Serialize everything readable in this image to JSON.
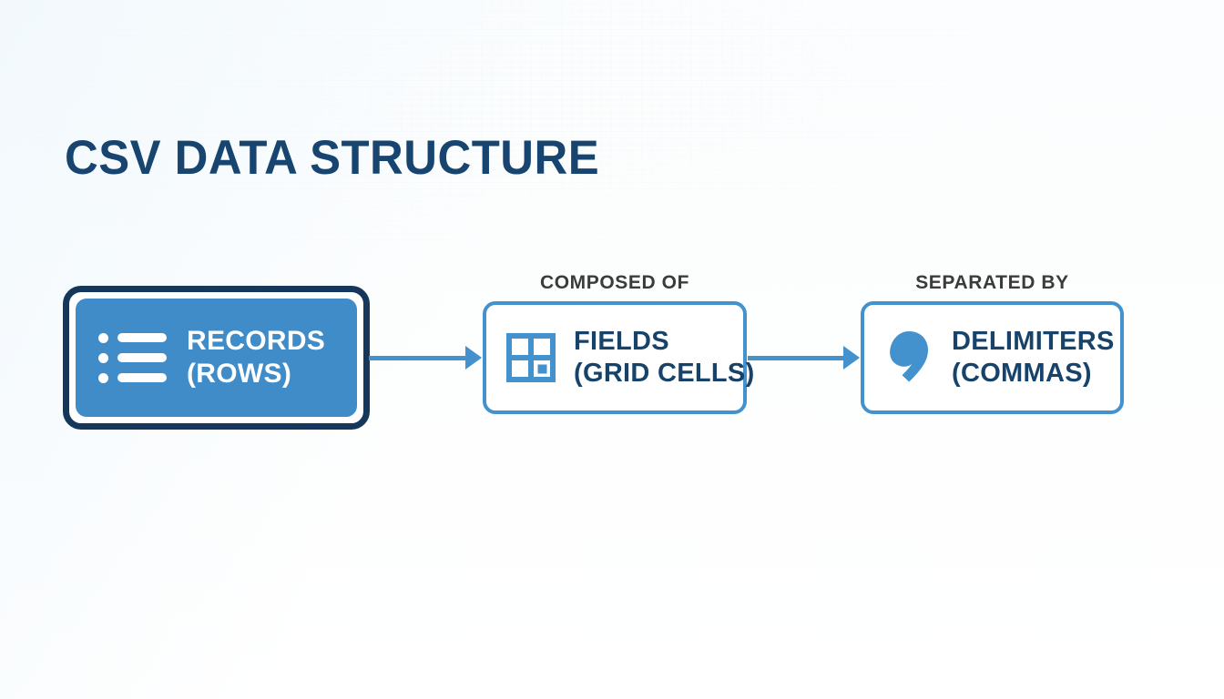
{
  "page": {
    "title": "CSV DATA STRUCTURE",
    "background_color": "#fdfefe"
  },
  "colors": {
    "navy": "#14375b",
    "navy_text": "#17456f",
    "blue": "#4391cd",
    "blue_fill": "#3f8cc9",
    "caption_gray": "#3b3b3b",
    "white": "#ffffff"
  },
  "diagram": {
    "type": "flow",
    "nodes": [
      {
        "id": "records",
        "icon": "bulleted-list-icon",
        "line1": "RECORDS",
        "line2": "(ROWS)",
        "style": "filled-blue-double-border",
        "caption": ""
      },
      {
        "id": "fields",
        "icon": "grid-cells-icon",
        "line1": "FIELDS",
        "line2": "(GRID CELLS)",
        "style": "white-blue-border",
        "caption": "COMPOSED OF"
      },
      {
        "id": "delimiters",
        "icon": "comma-icon",
        "line1": "DELIMITERS",
        "line2": "(COMMAS)",
        "style": "white-blue-border",
        "caption": "SEPARATED BY"
      }
    ],
    "connectors": [
      {
        "id": "arrow-1",
        "from": "records",
        "to": "fields",
        "label": "COMPOSED OF",
        "shape": "right-arrow"
      },
      {
        "id": "arrow-2",
        "from": "fields",
        "to": "delimiters",
        "label": "SEPARATED BY",
        "shape": "right-arrow"
      }
    ]
  }
}
